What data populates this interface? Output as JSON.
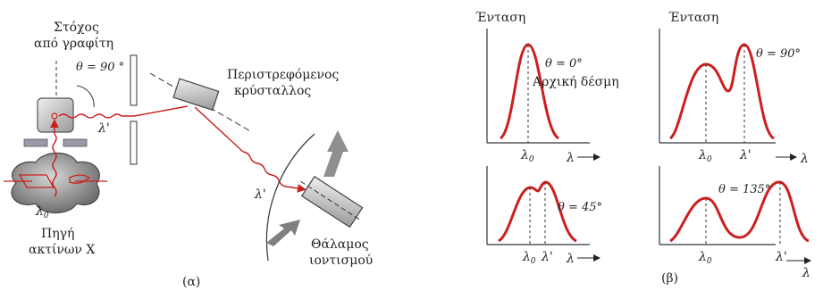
{
  "part_a": {
    "target_label_line1": "Στόχος",
    "target_label_line2": "από γραφίτη",
    "theta_label": "θ = 90 °",
    "crystal_label_line1": "Περιστρεφόμενος",
    "crystal_label_line2": "κρύσταλλος",
    "lambda_prime_1": "λ'",
    "lambda_prime_2": "λ'",
    "lambda0_label": "λ",
    "lambda0_sub": "0",
    "source_label_line1": "Πηγή",
    "source_label_line2": "ακτίνων X",
    "chamber_label_line1": "Θάλαμος",
    "chamber_label_line2": "ιοντισμού",
    "caption": "(α)",
    "colors": {
      "beam": "#cc1f1f",
      "device": "#8f8f8f",
      "arrow": "#7f7f7f"
    }
  },
  "part_b": {
    "caption": "(β)",
    "intensity_label_left": "Ένταση",
    "intensity_label_right": "Ένταση",
    "curve_color": "#cc1f1f",
    "panels": [
      {
        "theta": "θ = 0°",
        "note": "Αρχική δέσμη",
        "x_axis": "λ",
        "tick1_base": "λ",
        "tick1_sub": "0"
      },
      {
        "theta": "θ = 90°",
        "x_axis": "λ",
        "tick1_base": "λ",
        "tick1_sub": "0",
        "tick2": "λ'"
      },
      {
        "theta": "θ = 45°",
        "x_axis": "λ",
        "tick1_base": "λ",
        "tick1_sub": "0",
        "tick2": "λ'"
      },
      {
        "theta": "θ = 135°",
        "x_axis": "λ",
        "tick1_base": "λ",
        "tick1_sub": "0",
        "tick2": "λ'"
      }
    ]
  }
}
